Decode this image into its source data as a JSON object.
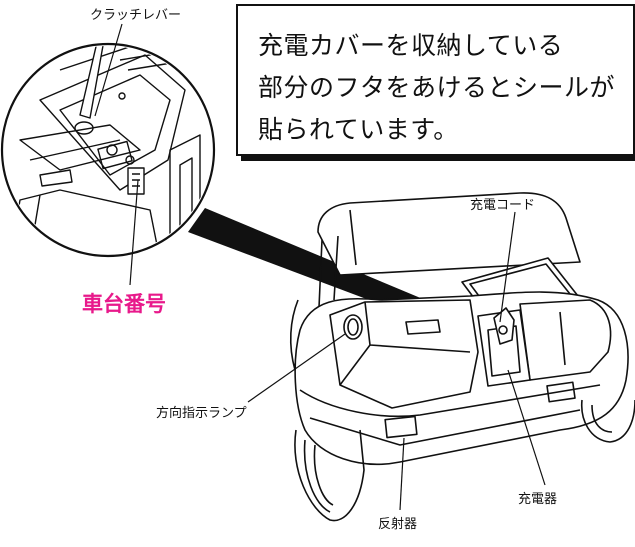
{
  "callout": {
    "line1": "充電カバーを収納している",
    "line2": "部分のフタをあけるとシールが",
    "line3": "貼られています。"
  },
  "labels": {
    "clutch_lever": "クラッチレバー",
    "frame_number": "車台番号",
    "charging_cord": "充電コード",
    "turn_signal": "方向指示ランプ",
    "charger": "充電器",
    "reflector": "反射器"
  },
  "colors": {
    "highlight": "#e8198b",
    "ink": "#111111"
  }
}
